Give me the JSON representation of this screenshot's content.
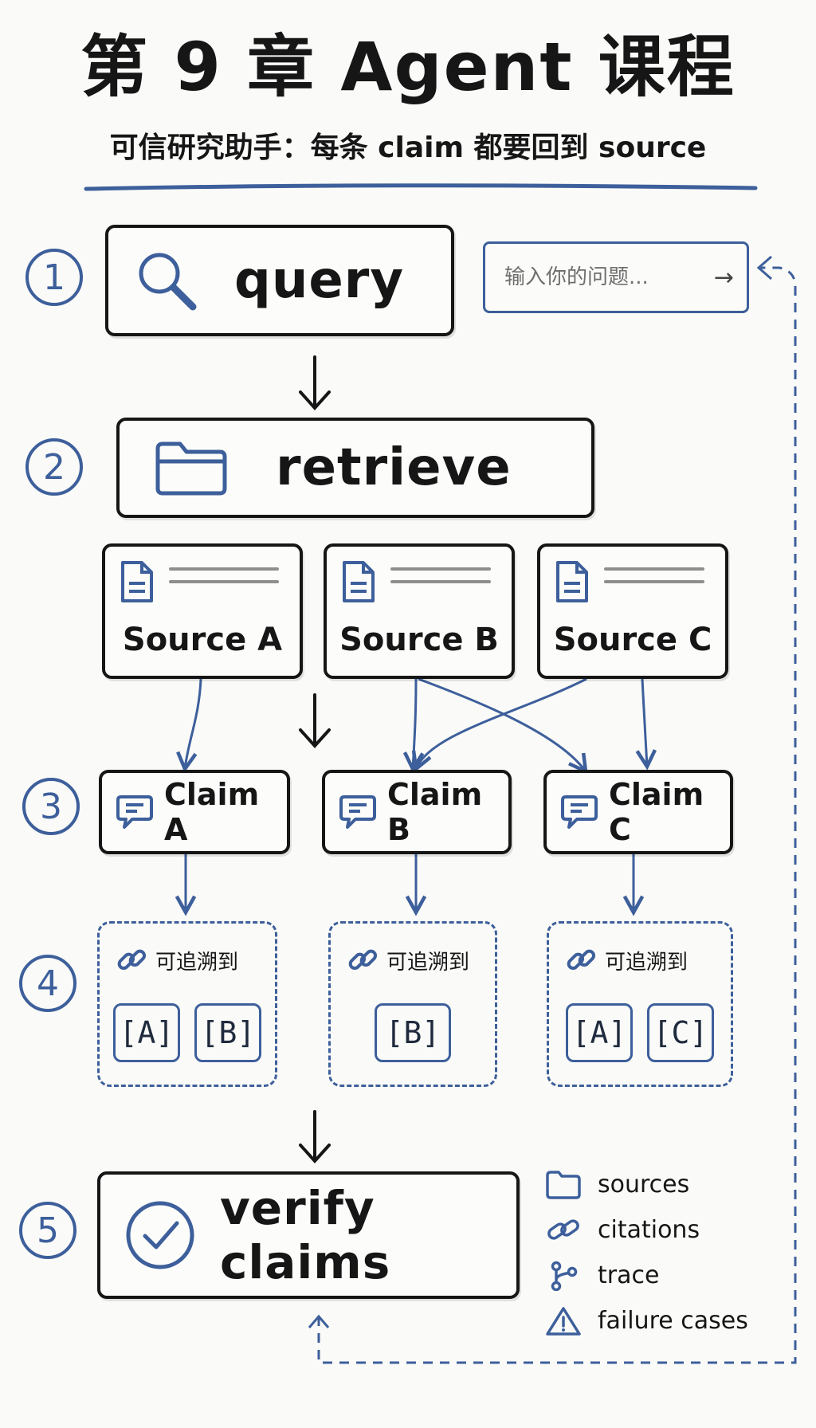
{
  "header": {
    "title": "第 9 章 Agent 课程",
    "subtitle": "可信研究助手：每条 claim 都要回到 source"
  },
  "steps": {
    "query": {
      "num": "1",
      "label": "query"
    },
    "retrieve": {
      "num": "2",
      "label": "retrieve"
    },
    "claims": {
      "num": "3"
    },
    "trace": {
      "num": "4"
    },
    "verify": {
      "num": "5",
      "label": "verify claims"
    }
  },
  "search": {
    "placeholder": "输入你的问题..."
  },
  "sources": [
    {
      "label": "Source A"
    },
    {
      "label": "Source B"
    },
    {
      "label": "Source C"
    }
  ],
  "claims": [
    {
      "label": "Claim A"
    },
    {
      "label": "Claim B"
    },
    {
      "label": "Claim C"
    }
  ],
  "traces": [
    {
      "label": "可追溯到",
      "tags": [
        "[A]",
        "[B]"
      ]
    },
    {
      "label": "可追溯到",
      "tags": [
        "[B]"
      ]
    },
    {
      "label": "可追溯到",
      "tags": [
        "[A]",
        "[C]"
      ]
    }
  ],
  "legend": [
    {
      "label": "sources",
      "icon": "folder-icon"
    },
    {
      "label": "citations",
      "icon": "link-icon"
    },
    {
      "label": "trace",
      "icon": "branch-icon"
    },
    {
      "label": "failure cases",
      "icon": "warning-icon"
    }
  ],
  "colors": {
    "ink": "#161616",
    "accent": "#3d5f9b",
    "background": "#fafaf8"
  }
}
